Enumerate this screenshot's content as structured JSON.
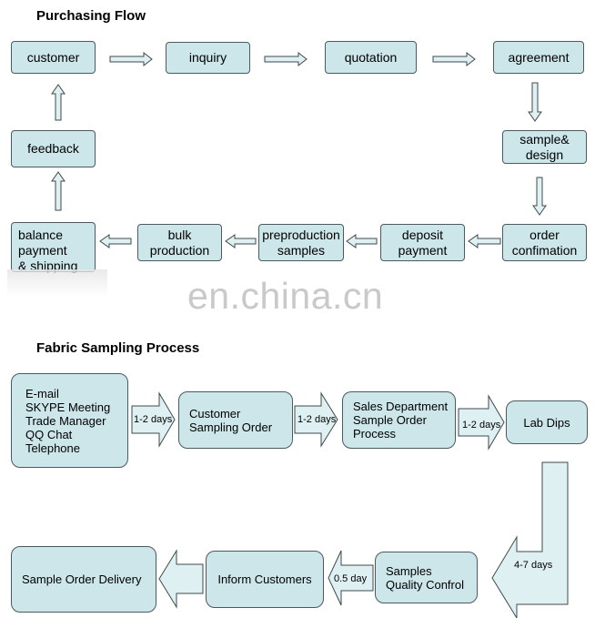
{
  "purchasing": {
    "title": "Purchasing Flow",
    "steps": {
      "customer": "customer",
      "inquiry": "inquiry",
      "quotation": "quotation",
      "agreement": "agreement",
      "sample_design": "sample&\ndesign",
      "order_confirmation": "order\nconfimation",
      "deposit_payment": "deposit\npayment",
      "preproduction_samples": "preproduction\nsamples",
      "bulk_production": "bulk\nproduction",
      "balance_payment": "balance\npayment\n& shipping",
      "feedback": "feedback"
    }
  },
  "watermark": "en.china.cn",
  "sampling": {
    "title": "Fabric Sampling Process",
    "steps": {
      "contact": "E-mail\nSKYPE Meeting\nTrade Manager\nQQ Chat\nTelephone",
      "customer_sampling_order": "Customer\nSampling Order",
      "sales_department": "Sales Department\nSample Order\nProcess",
      "lab_dips": "Lab Dips",
      "quality_control": "Samples\nQuality Confrol",
      "inform_customers": "Inform Customers",
      "sample_order_delivery": "Sample Order Delivery"
    },
    "durations": {
      "contact_to_order": "1-2 days",
      "order_to_sales": "1-2 days",
      "sales_to_lab": "1-2 days",
      "lab_to_quality": "4-7 days",
      "quality_to_inform": "0.5 day"
    }
  },
  "colors": {
    "box_fill": "#cce6ea",
    "box_border": "#4a5a5e",
    "watermark": "#c9c9c9"
  }
}
